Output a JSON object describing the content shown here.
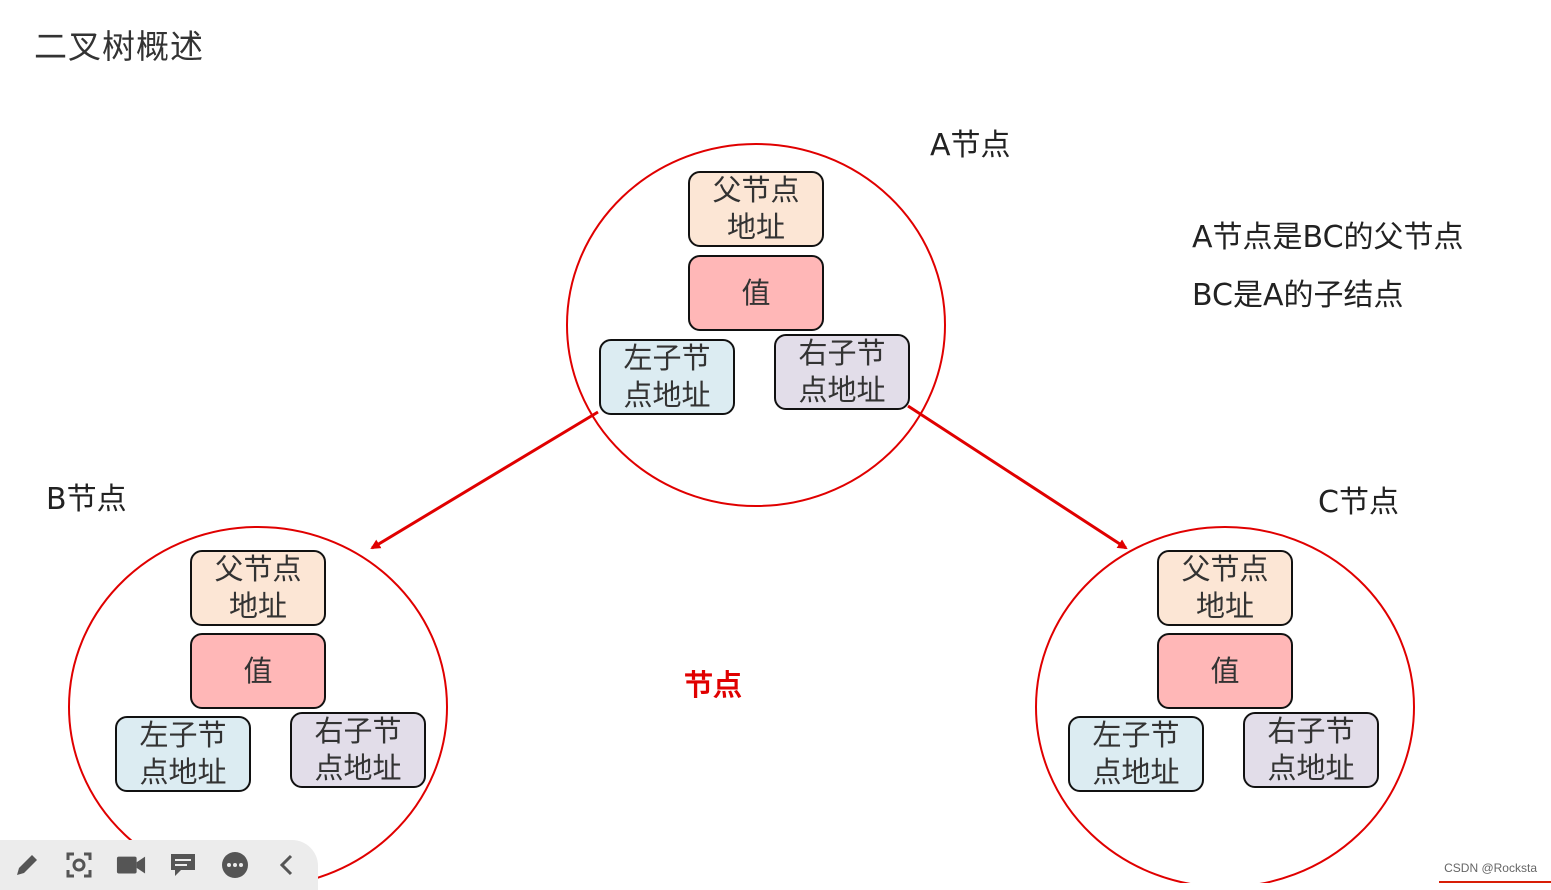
{
  "title": "二叉树概述",
  "labels": {
    "a": "A节点",
    "b": "B节点",
    "c": "C节点",
    "center": "节点"
  },
  "notes": [
    "A节点是BC的父节点",
    "BC是A的子结点"
  ],
  "node_fields": {
    "parent": [
      "父节点",
      "地址"
    ],
    "value": "值",
    "left": [
      "左子节",
      "点地址"
    ],
    "right": [
      "右子节",
      "点地址"
    ]
  },
  "colors": {
    "circle": "#e00000",
    "arrow": "#e00000",
    "parent_fill": "#fce6d5",
    "value_fill": "#ffb7b7",
    "left_fill": "#dcecf2",
    "right_fill": "#e2dde9"
  },
  "toolbar": {
    "buttons": [
      {
        "icon": "pencil-icon"
      },
      {
        "icon": "screenshot-icon"
      },
      {
        "icon": "video-camera-icon"
      },
      {
        "icon": "comment-icon"
      },
      {
        "icon": "more-icon"
      },
      {
        "icon": "chevron-left-icon"
      }
    ]
  },
  "watermark": "CSDN @Rocksta"
}
